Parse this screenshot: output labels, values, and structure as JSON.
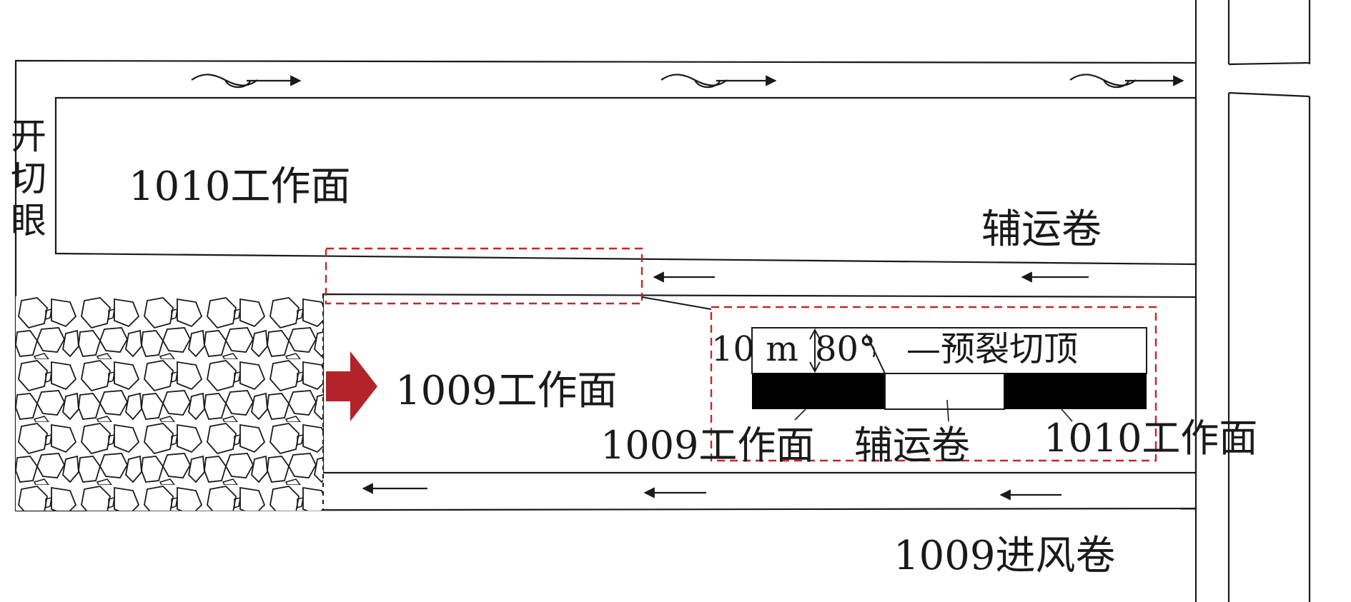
{
  "labels": {
    "cut_eye": [
      "开",
      "切",
      "眼"
    ],
    "face_1010": "1010工作面",
    "aux_roadway": "辅运卷",
    "face_1009": "1009工作面",
    "air_intake_1009": "1009进风卷"
  },
  "detail": {
    "width_label": "10 m",
    "angle_label": "80°",
    "presplit_label": "—预裂切顶",
    "face_1009": "1009工作面",
    "aux_roadway": "辅运卷",
    "face_1010": "1010工作面"
  },
  "colors": {
    "advance_arrow": "#b3232a",
    "highlight_dashed": "#c0282c",
    "coal_pillar": "#000000",
    "lines": "#1a1a1a"
  },
  "icons": {
    "airflow_top": "airflow-wave-arrow-icon",
    "flow_left": "flow-left-arrow-icon",
    "advance": "advance-direction-arrow-icon",
    "goaf": "caved-rock-goaf-pattern"
  }
}
